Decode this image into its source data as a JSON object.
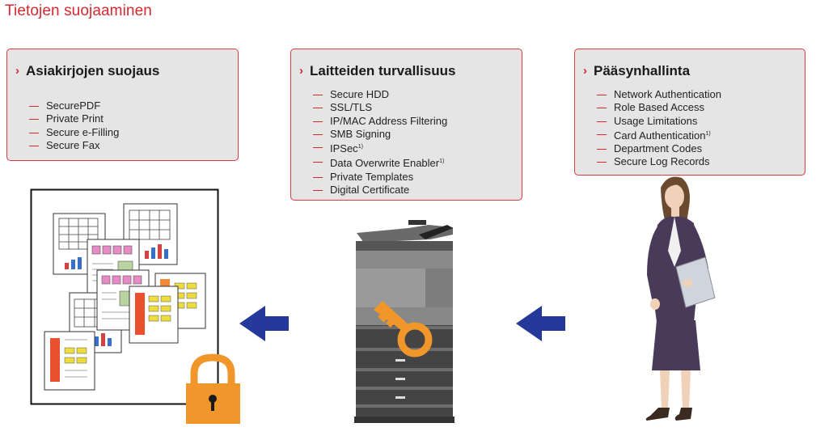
{
  "page_title": "Tietojen suojaaminen",
  "colors": {
    "accent": "#d42a2f",
    "box_bg": "#e5e5e6",
    "arrow": "#24399a",
    "lock": "#f0962a"
  },
  "boxes": [
    {
      "title": "Asiakirjojen suojaus",
      "items": [
        {
          "text": "SecurePDF",
          "sup": ""
        },
        {
          "text": "Private Print",
          "sup": ""
        },
        {
          "text": "Secure e-Filling",
          "sup": ""
        },
        {
          "text": "Secure Fax",
          "sup": ""
        }
      ]
    },
    {
      "title": "Laitteiden turvallisuus",
      "items": [
        {
          "text": "Secure HDD",
          "sup": ""
        },
        {
          "text": "SSL/TLS",
          "sup": ""
        },
        {
          "text": "IP/MAC Address Filtering",
          "sup": ""
        },
        {
          "text": "SMB Signing",
          "sup": ""
        },
        {
          "text": "IPSec",
          "sup": "1)"
        },
        {
          "text": "Data Overwrite Enabler",
          "sup": "1)"
        },
        {
          "text": "Private Templates",
          "sup": ""
        },
        {
          "text": "Digital Certificate",
          "sup": ""
        }
      ]
    },
    {
      "title": "Pääsynhallinta",
      "items": [
        {
          "text": "Network Authentication",
          "sup": ""
        },
        {
          "text": "Role Based Access",
          "sup": ""
        },
        {
          "text": "Usage Limitations",
          "sup": ""
        },
        {
          "text": "Card Authentication",
          "sup": "1)"
        },
        {
          "text": "Department Codes",
          "sup": ""
        },
        {
          "text": "Secure Log Records",
          "sup": ""
        }
      ]
    }
  ],
  "illustrations": {
    "left": "documents-with-padlock-icon",
    "middle": "multifunction-printer-with-key-icon",
    "right": "businesswoman-icon",
    "arrows": "arrow-left-icon"
  }
}
